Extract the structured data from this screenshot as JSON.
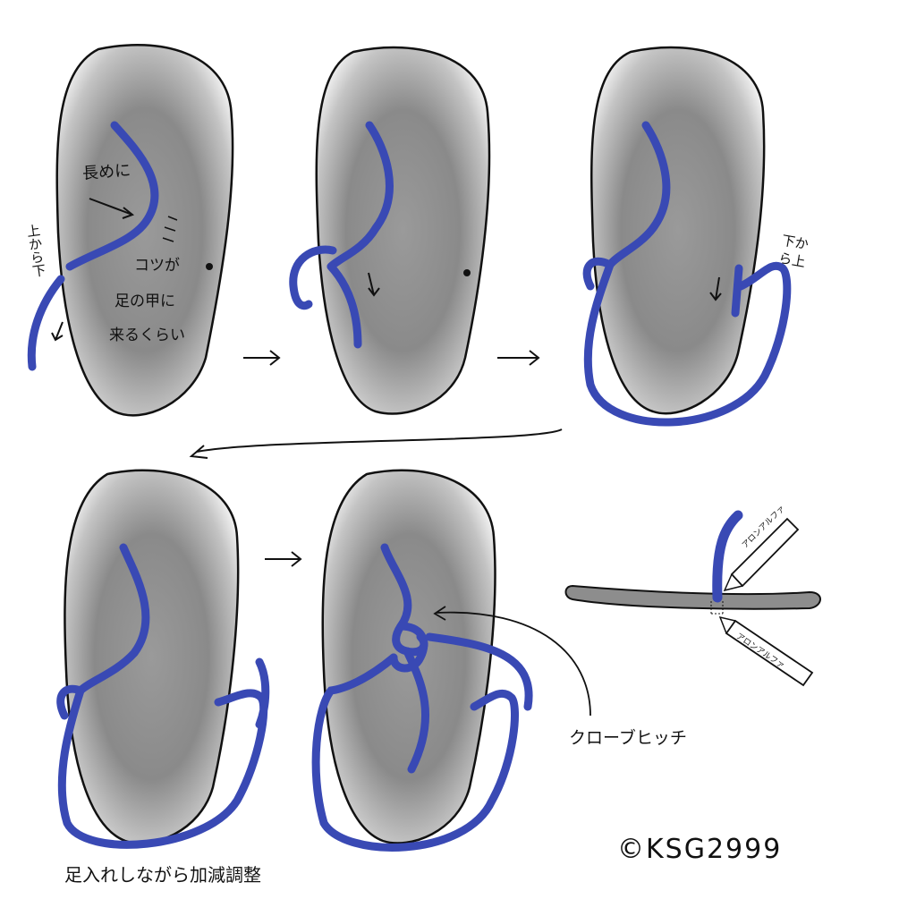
{
  "panel1": {
    "note_long": "長めに",
    "note_top_to_bottom": "上から下",
    "note_tip": "コツが",
    "note_tip_2": "足の甲に",
    "note_tip_3": "来るくらい"
  },
  "panel3": {
    "note_bottom_to_top": "下から上"
  },
  "panel5": {
    "label_clove_hitch": "クローブヒッチ"
  },
  "panel6": {
    "glue_label_top": "アロンアルファ",
    "glue_label_bottom": "アロンアルファ"
  },
  "captions": {
    "bottom_left": "足入れしながら加減調整",
    "copyright": "©KSG2999"
  },
  "colors": {
    "sole_gray": "#8d8d8d",
    "strap_blue": "#3949b4",
    "ink": "#111111"
  }
}
